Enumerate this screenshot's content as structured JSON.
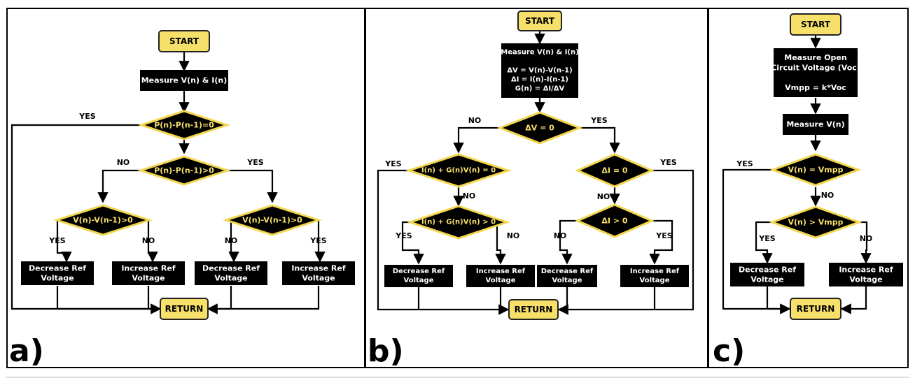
{
  "panels": [
    {
      "label": "a)",
      "nodes": {
        "start": "START",
        "measure": [
          "Measure V(n) & I(n)"
        ],
        "d1": "P(n)-P(n-1)=0",
        "d2": "P(n)-P(n-1)>0",
        "d3": "V(n)-V(n-1)>0",
        "d4": "V(n)-V(n-1)>0",
        "p1": [
          "Decrease Ref",
          "Voltage"
        ],
        "p2": [
          "Increase Ref",
          "Voltage"
        ],
        "p3": [
          "Decrease Ref",
          "Voltage"
        ],
        "p4": [
          "Increase Ref",
          "Voltage"
        ],
        "ret": "RETURN"
      },
      "edge_labels": {
        "d1_yes": "YES",
        "d2_no": "NO",
        "d2_yes": "YES",
        "d3_yes": "YES",
        "d3_no": "NO",
        "d4_no": "NO",
        "d4_yes": "YES"
      }
    },
    {
      "label": "b)",
      "nodes": {
        "start": "START",
        "measure": [
          "Measure V(n) & I(n)",
          "",
          "ΔV = V(n)-V(n-1)",
          "ΔI = I(n)-I(n-1)",
          "G(n) = ΔI/ΔV"
        ],
        "d1": "ΔV = 0",
        "d2": "I(n) + G(n)V(n) = 0",
        "d3": "I(n) + G(n)V(n) > 0",
        "d4": "ΔI = 0",
        "d5": "ΔI > 0",
        "p1": [
          "Decrease Ref",
          "Voltage"
        ],
        "p2": [
          "Increase Ref",
          "Voltage"
        ],
        "p3": [
          "Decrease Ref",
          "Voltage"
        ],
        "p4": [
          "Increase Ref",
          "Voltage"
        ],
        "ret": "RETURN"
      },
      "edge_labels": {
        "d1_no": "NO",
        "d1_yes": "YES",
        "d2_yes": "YES",
        "d2_no": "NO",
        "d3_yes": "YES",
        "d3_no": "NO",
        "d4_yes": "YES",
        "d4_no": "NO",
        "d5_no": "NO",
        "d5_yes": "YES"
      }
    },
    {
      "label": "c)",
      "nodes": {
        "start": "START",
        "measure": [
          "Measure Open",
          "Circuit Voltage (Voc)",
          "",
          "Vmpp = k*Voc"
        ],
        "measure2": [
          "Measure V(n)"
        ],
        "d1": "V(n) = Vmpp",
        "d2": "V(n) > Vmpp",
        "p1": [
          "Decrease Ref",
          "Voltage"
        ],
        "p2": [
          "Increase Ref",
          "Voltage"
        ],
        "ret": "RETURN"
      },
      "edge_labels": {
        "d1_yes": "YES",
        "d1_no": "NO",
        "d2_yes": "YES",
        "d2_no": "NO"
      }
    }
  ]
}
